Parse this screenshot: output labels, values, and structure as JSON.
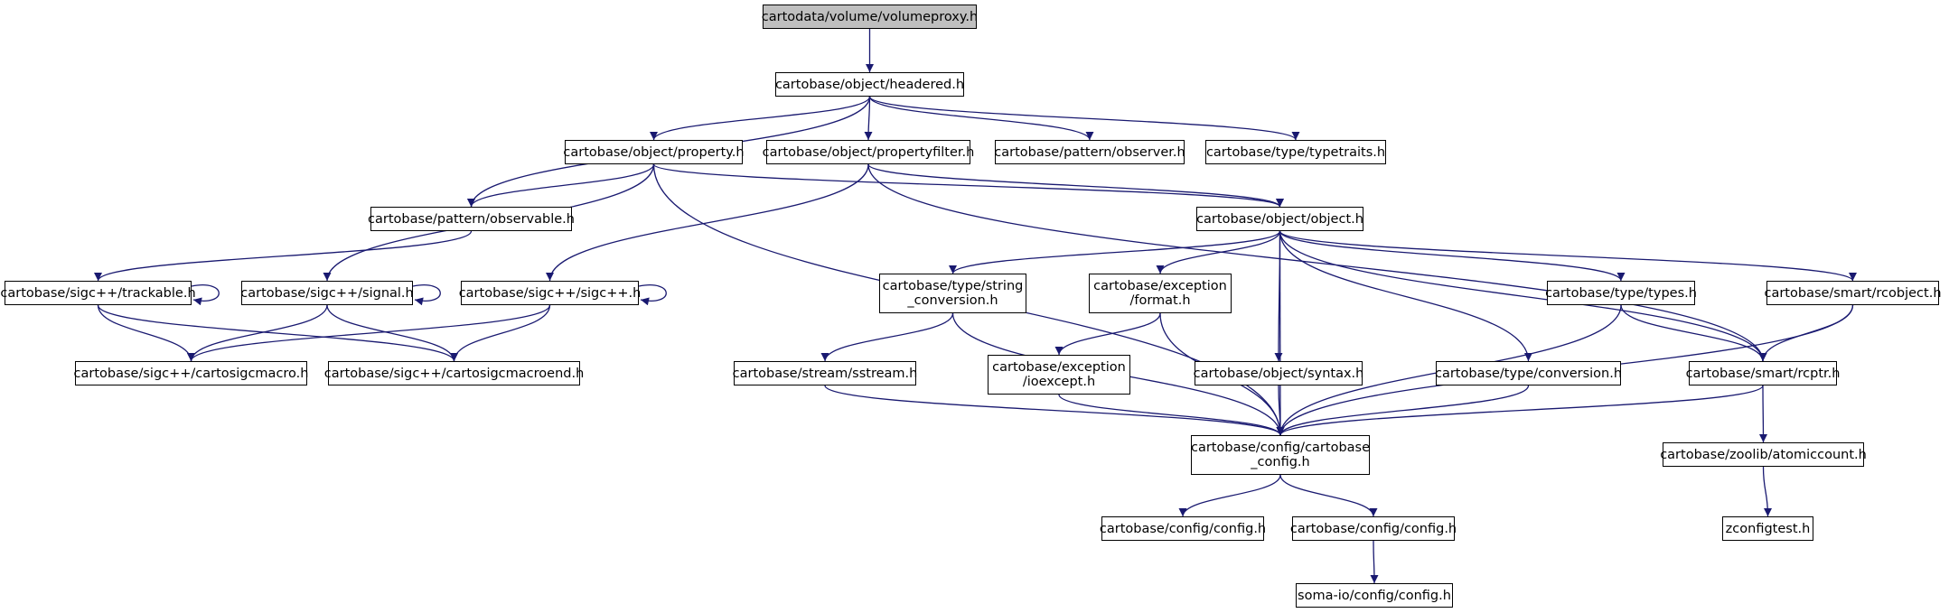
{
  "colors": {
    "edge": "#191970",
    "node_border": "#000000",
    "node_fill": "#ffffff",
    "root_fill": "#bfbfbf"
  },
  "graph": {
    "nodes": [
      {
        "id": "volumeproxy",
        "label": "cartodata/volume/volumeproxy.h",
        "root": true
      },
      {
        "id": "headered",
        "label": "cartobase/object/headered.h"
      },
      {
        "id": "property",
        "label": "cartobase/object/property.h"
      },
      {
        "id": "propertyfilter",
        "label": "cartobase/object/propertyfilter.h"
      },
      {
        "id": "observer",
        "label": "cartobase/pattern/observer.h"
      },
      {
        "id": "typetraits",
        "label": "cartobase/type/typetraits.h"
      },
      {
        "id": "observable",
        "label": "cartobase/pattern/observable.h"
      },
      {
        "id": "object",
        "label": "cartobase/object/object.h"
      },
      {
        "id": "trackable",
        "label": "cartobase/sigc++/trackable.h"
      },
      {
        "id": "signal",
        "label": "cartobase/sigc++/signal.h"
      },
      {
        "id": "sigcpp",
        "label": "cartobase/sigc++/sigc++.h"
      },
      {
        "id": "string_conversion",
        "label": "cartobase/type/string\n_conversion.h"
      },
      {
        "id": "format",
        "label": "cartobase/exception\n/format.h"
      },
      {
        "id": "types",
        "label": "cartobase/type/types.h"
      },
      {
        "id": "rcobject",
        "label": "cartobase/smart/rcobject.h"
      },
      {
        "id": "cartosigcmacro",
        "label": "cartobase/sigc++/cartosigcmacro.h"
      },
      {
        "id": "cartosigcmacroend",
        "label": "cartobase/sigc++/cartosigcmacroend.h"
      },
      {
        "id": "sstream",
        "label": "cartobase/stream/sstream.h"
      },
      {
        "id": "ioexcept",
        "label": "cartobase/exception\n/ioexcept.h"
      },
      {
        "id": "syntax",
        "label": "cartobase/object/syntax.h"
      },
      {
        "id": "conversion",
        "label": "cartobase/type/conversion.h"
      },
      {
        "id": "rcptr",
        "label": "cartobase/smart/rcptr.h"
      },
      {
        "id": "cartobase_config",
        "label": "cartobase/config/cartobase\n_config.h"
      },
      {
        "id": "atomiccount",
        "label": "cartobase/zoolib/atomiccount.h"
      },
      {
        "id": "config1",
        "label": "cartobase/config/config.h"
      },
      {
        "id": "config2",
        "label": "cartobase/config/config.h"
      },
      {
        "id": "zconfigtest",
        "label": "zconfigtest.h"
      },
      {
        "id": "somaio_config",
        "label": "soma-io/config/config.h"
      }
    ],
    "edges": [
      [
        "volumeproxy",
        "headered"
      ],
      [
        "headered",
        "observable"
      ],
      [
        "headered",
        "property"
      ],
      [
        "headered",
        "propertyfilter"
      ],
      [
        "headered",
        "observer"
      ],
      [
        "headered",
        "typetraits"
      ],
      [
        "property",
        "observable"
      ],
      [
        "property",
        "object"
      ],
      [
        "property",
        "signal"
      ],
      [
        "property",
        "cartobase_config"
      ],
      [
        "propertyfilter",
        "sigcpp"
      ],
      [
        "propertyfilter",
        "object"
      ],
      [
        "propertyfilter",
        "rcptr"
      ],
      [
        "observable",
        "trackable"
      ],
      [
        "trackable",
        "cartosigcmacro"
      ],
      [
        "trackable",
        "cartosigcmacroend"
      ],
      [
        "trackable",
        "trackable"
      ],
      [
        "signal",
        "cartosigcmacro"
      ],
      [
        "signal",
        "cartosigcmacroend"
      ],
      [
        "signal",
        "signal"
      ],
      [
        "sigcpp",
        "cartosigcmacro"
      ],
      [
        "sigcpp",
        "cartosigcmacroend"
      ],
      [
        "sigcpp",
        "sigcpp"
      ],
      [
        "object",
        "string_conversion"
      ],
      [
        "object",
        "format"
      ],
      [
        "object",
        "syntax"
      ],
      [
        "object",
        "cartobase_config"
      ],
      [
        "object",
        "conversion"
      ],
      [
        "object",
        "types"
      ],
      [
        "object",
        "rcptr"
      ],
      [
        "object",
        "rcobject"
      ],
      [
        "string_conversion",
        "sstream"
      ],
      [
        "string_conversion",
        "cartobase_config"
      ],
      [
        "format",
        "ioexcept"
      ],
      [
        "format",
        "cartobase_config"
      ],
      [
        "sstream",
        "cartobase_config"
      ],
      [
        "ioexcept",
        "cartobase_config"
      ],
      [
        "syntax",
        "cartobase_config"
      ],
      [
        "conversion",
        "cartobase_config"
      ],
      [
        "types",
        "rcptr"
      ],
      [
        "types",
        "cartobase_config"
      ],
      [
        "rcobject",
        "rcptr"
      ],
      [
        "rcobject",
        "cartobase_config"
      ],
      [
        "rcptr",
        "cartobase_config"
      ],
      [
        "rcptr",
        "atomiccount"
      ],
      [
        "cartobase_config",
        "config1"
      ],
      [
        "cartobase_config",
        "config2"
      ],
      [
        "config2",
        "somaio_config"
      ],
      [
        "atomiccount",
        "zconfigtest"
      ]
    ]
  }
}
